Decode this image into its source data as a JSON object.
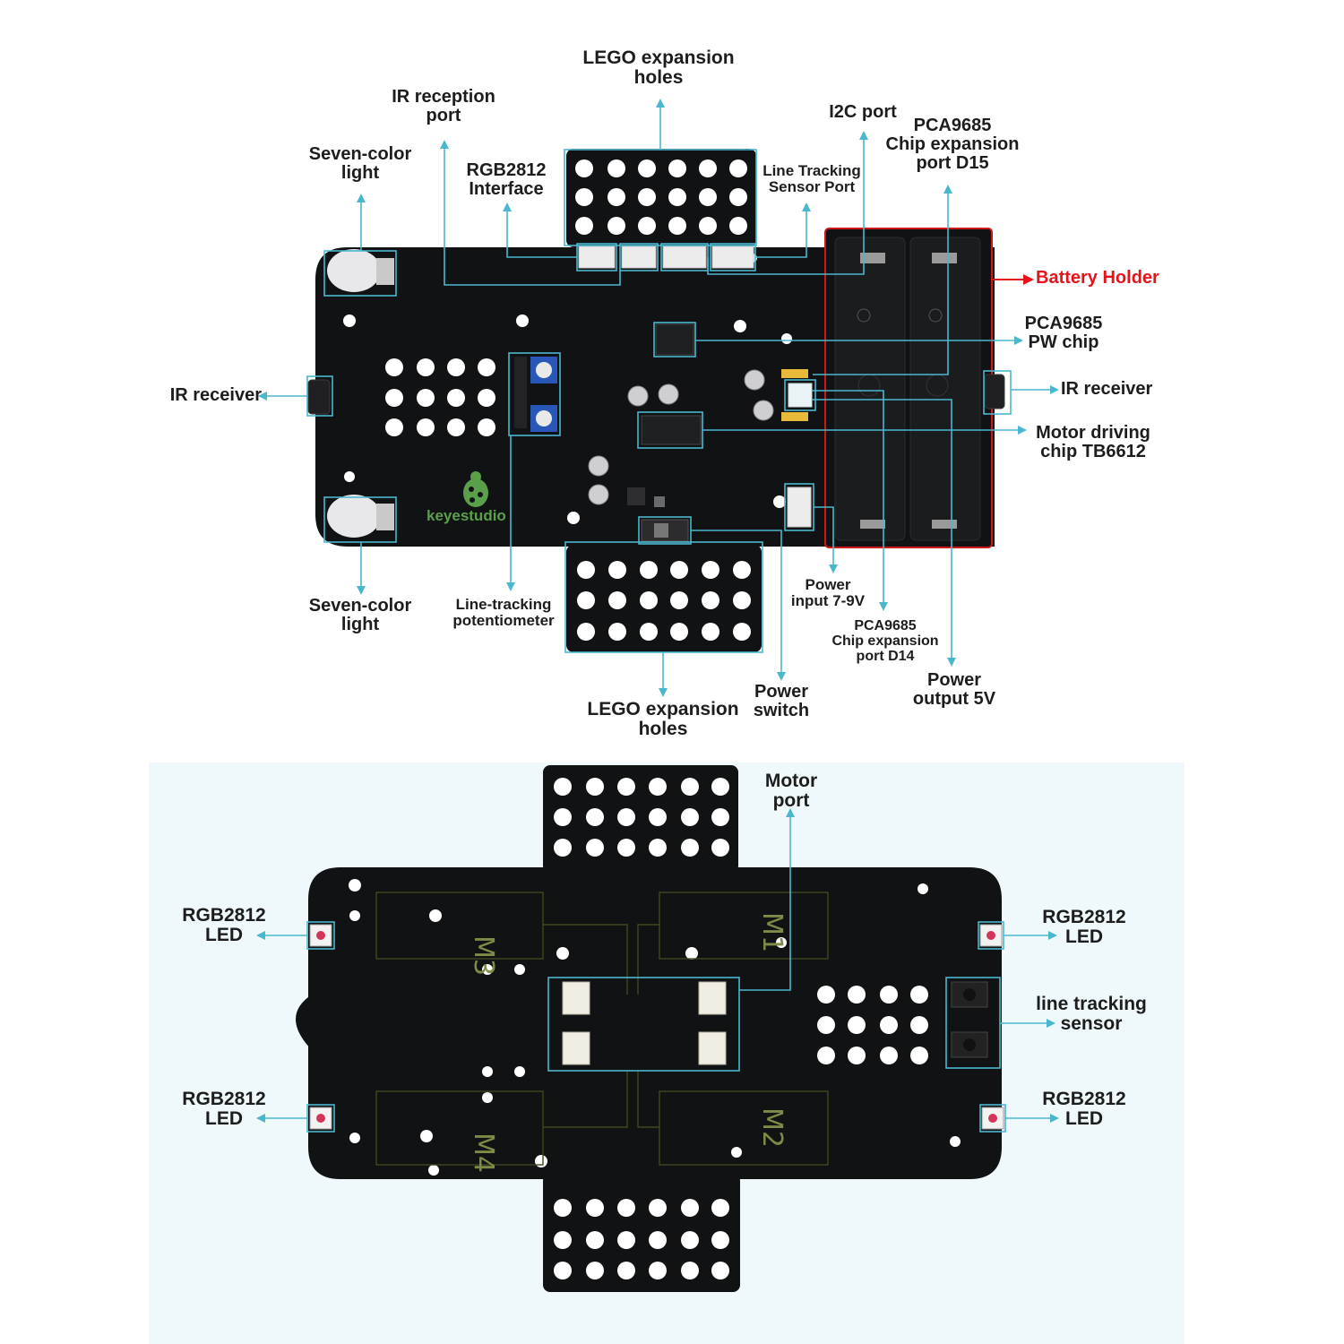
{
  "colors": {
    "callout_line": "#4bb7cf",
    "battery_line": "#e5141b",
    "board": "#111213",
    "label_text": "#1d1d1d",
    "battery_label": "#e5141b",
    "bottom_background": "#eff8fb",
    "brand_green": "#5aa04a"
  },
  "top_board": {
    "brand": "keyestudio",
    "labels": {
      "lego_top": [
        "LEGO expansion",
        "holes"
      ],
      "ir_reception": [
        "IR reception",
        "port"
      ],
      "seven_color_top": [
        "Seven-color",
        "light"
      ],
      "rgb_interface": [
        "RGB2812",
        "Interface"
      ],
      "line_tracking_port": [
        "Line Tracking",
        "Sensor Port"
      ],
      "i2c_port": [
        "I2C port"
      ],
      "pca_d15": [
        "PCA9685",
        "Chip expansion",
        "port D15"
      ],
      "battery_holder": [
        "Battery  Holder"
      ],
      "pca_pw_chip": [
        "PCA9685",
        "PW chip"
      ],
      "ir_receiver_right": [
        "IR receiver"
      ],
      "motor_chip": [
        "Motor driving",
        "chip TB6612"
      ],
      "ir_receiver_left": [
        "IR receiver"
      ],
      "seven_color_bottom": [
        "Seven-color",
        "light"
      ],
      "line_tracking_pot": [
        "Line-tracking",
        "potentiometer"
      ],
      "power_input": [
        "Power",
        "input 7-9V"
      ],
      "pca_d14": [
        "PCA9685",
        "Chip expansion",
        "port D14"
      ],
      "power_output": [
        "Power",
        "output 5V"
      ],
      "lego_bottom": [
        "LEGO expansion",
        "holes"
      ],
      "power_switch": [
        "Power",
        "switch"
      ]
    }
  },
  "bottom_board": {
    "labels": {
      "motor_port": [
        "Motor",
        "port"
      ],
      "rgb_led_tl": [
        "RGB2812",
        "LED"
      ],
      "rgb_led_tr": [
        "RGB2812",
        "LED"
      ],
      "rgb_led_bl": [
        "RGB2812",
        "LED"
      ],
      "rgb_led_br": [
        "RGB2812",
        "LED"
      ],
      "line_sensor": [
        "line tracking",
        "sensor"
      ]
    },
    "silkscreen": [
      "M3",
      "M1",
      "M4",
      "M2"
    ]
  }
}
